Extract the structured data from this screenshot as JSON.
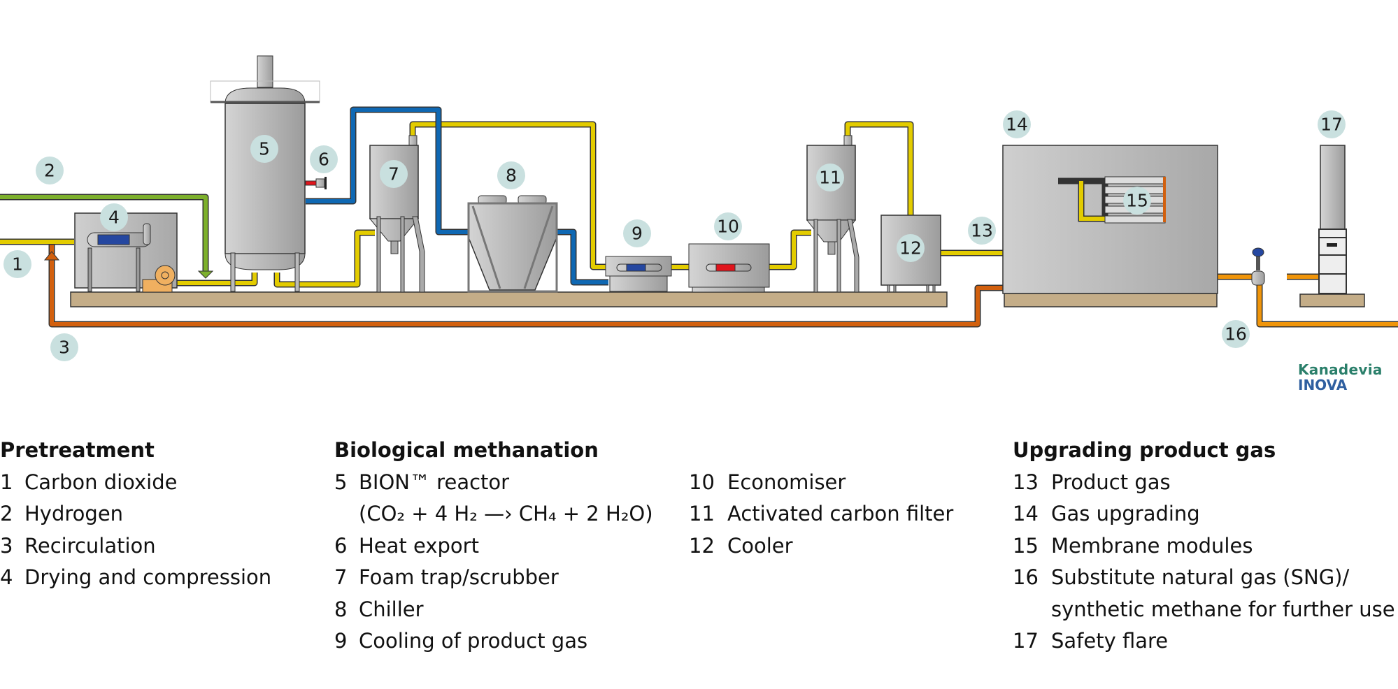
{
  "colors": {
    "hydrogen": "#7db02c",
    "gas": "#e3cc00",
    "recirculation": "#d2600e",
    "cooling": "#0f68b3",
    "heat": "#e0141c",
    "sng": "#f0950a",
    "callout_bg": "#c9e0df",
    "base": "#c4ad88"
  },
  "callouts": [
    "1",
    "2",
    "3",
    "4",
    "5",
    "6",
    "7",
    "8",
    "9",
    "10",
    "11",
    "12",
    "13",
    "14",
    "15",
    "16",
    "17"
  ],
  "logo": {
    "line1": "Kanadevia",
    "line2": "INOVA"
  },
  "legend": {
    "pretreatment": {
      "title": "Pretreatment",
      "items": [
        {
          "num": "1",
          "label": "Carbon dioxide"
        },
        {
          "num": "2",
          "label": "Hydrogen"
        },
        {
          "num": "3",
          "label": "Recirculation"
        },
        {
          "num": "4",
          "label": "Drying and compression"
        }
      ]
    },
    "methanation": {
      "title": "Biological methanation",
      "items": [
        {
          "num": "5",
          "label": "BION™ reactor"
        },
        {
          "num": "",
          "label": "(CO₂ + 4 H₂ —› CH₄ + 2 H₂O)"
        },
        {
          "num": "6",
          "label": "Heat export"
        },
        {
          "num": "7",
          "label": "Foam trap/scrubber"
        },
        {
          "num": "8",
          "label": "Chiller"
        },
        {
          "num": "9",
          "label": "Cooling of product gas"
        }
      ]
    },
    "methanation_cont": {
      "items": [
        {
          "num": "10",
          "label": "Economiser"
        },
        {
          "num": "11",
          "label": "Activated carbon filter"
        },
        {
          "num": "12",
          "label": "Cooler"
        }
      ]
    },
    "upgrading": {
      "title": "Upgrading product gas",
      "items": [
        {
          "num": "13",
          "label": "Product gas"
        },
        {
          "num": "14",
          "label": "Gas upgrading"
        },
        {
          "num": "15",
          "label": "Membrane modules"
        },
        {
          "num": "16",
          "label": "Substitute natural gas (SNG)/"
        },
        {
          "num": "",
          "label": "synthetic methane for further use"
        },
        {
          "num": "17",
          "label": "Safety flare"
        }
      ]
    }
  }
}
